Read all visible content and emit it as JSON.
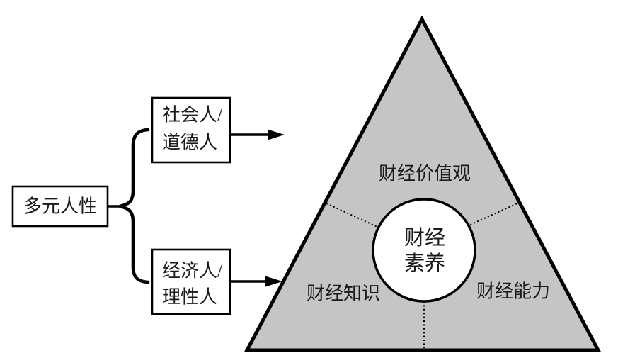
{
  "left_flow": {
    "root_box": {
      "label": "多元人性"
    },
    "top_box": {
      "line1": "社会人/",
      "line2": "道德人"
    },
    "bottom_box": {
      "line1": "经济人/",
      "line2": "理性人"
    }
  },
  "pyramid": {
    "top_region_label": "财经价值观",
    "left_region_label": "财经知识",
    "right_region_label": "财经能力",
    "center_circle": {
      "line1": "财经",
      "line2": "素养"
    }
  },
  "colors": {
    "triangle_fill": "#c5c5c5",
    "line_color": "#000000",
    "text_color": "#1a1a1a",
    "background": "#ffffff"
  }
}
